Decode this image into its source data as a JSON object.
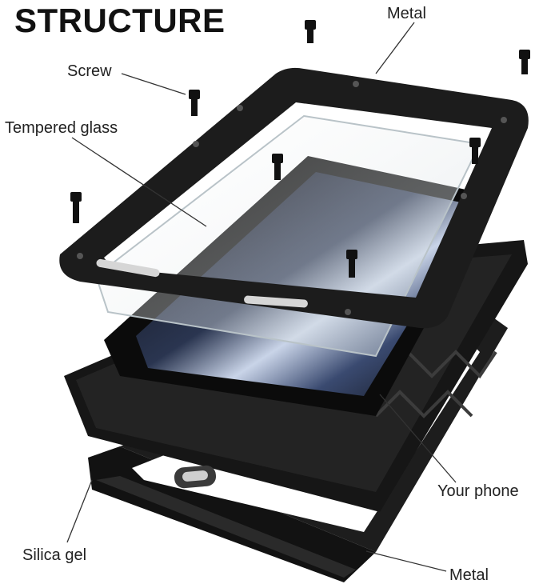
{
  "title": "STRUCTURE",
  "labels": {
    "metal_top": "Metal",
    "screw": "Screw",
    "tempered_glass": "Tempered glass",
    "your_phone": "Your phone",
    "silica_gel": "Silica gel",
    "metal_bottom": "Metal"
  },
  "colors": {
    "metal_frame": "#1c1c1c",
    "silica_gel": "#151515",
    "glass": "#dfe6ea",
    "screen_accent": "#8fa6c8"
  }
}
